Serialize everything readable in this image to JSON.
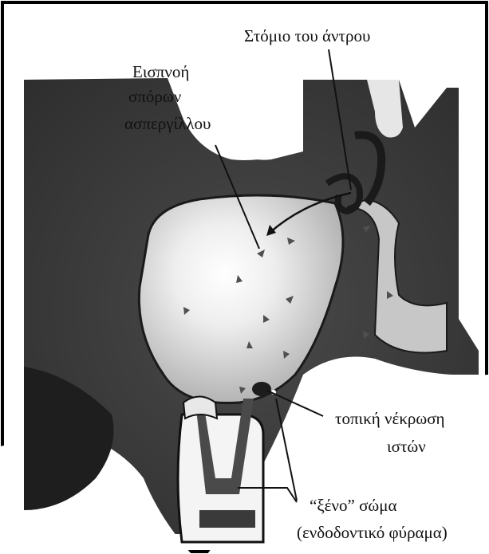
{
  "labels": {
    "ostium": "Στόμιο του άντρου",
    "inhalation_l1": "Εισπνοή",
    "inhalation_l2": "σπόρων",
    "inhalation_l3": "ασπεργίλλου",
    "necrosis_l1": "τοπική νέκρωση",
    "necrosis_l2": "ιστών",
    "foreign_l1": "“ξένο” σώμα",
    "foreign_l2": "(ενδοδοντικό φύραμα)"
  },
  "colors": {
    "bone_dark": "#3c3c3c",
    "sinus_light": "#d4d4d4",
    "background": "#ffffff",
    "spore": "#505050"
  }
}
